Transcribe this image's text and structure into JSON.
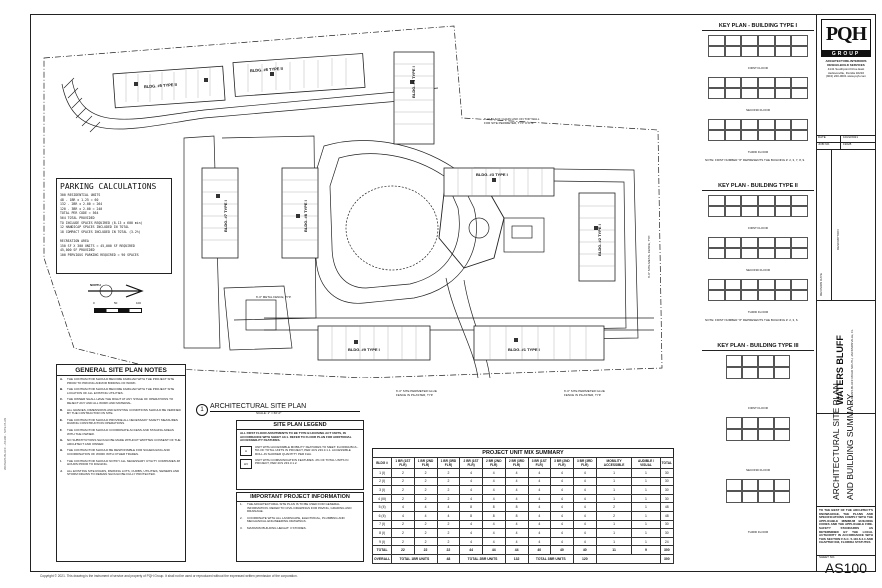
{
  "firm": {
    "logo_letters": "PQH",
    "logo_sub": "GROUP",
    "services": "ARCHITECTURE·INTERIORS DESIGN-BUILD SERVICES",
    "address_1": "4141 Southpoint Drive East",
    "address_2": "Jacksonville, Florida 32216",
    "phone": "(904) 220-0001  www.pqh.com"
  },
  "title_block": {
    "date_label": "DATE",
    "date_value": "10/22/2021",
    "job_label": "JOB NO.",
    "job_value": "19028",
    "revisions_label": "REVISION DATE",
    "description_label": "DESCRIPTION",
    "project_name": "WATERS BLUFF",
    "project_location": "ST. JOHNS BLUFF ROAD SOUTH, JACKSONVILLE, FL",
    "sheet_title_1": "ARCHITECTURAL SITE PLAN",
    "sheet_title_2": "AND BUILDING SUMMARY",
    "sheet_no_label": "SHEET NO.",
    "sheet_no": "AS100",
    "certification": "TO THE BEST OF THE ARCHITECT'S KNOWLEDGE, THE PLANS AND SPECIFICATIONS COMPLY WITH THE APPLICABLE MINIMUM BUILDING CODES AND THE APPLICABLE FIRE-SAFETY STANDARDS AS DETERMINED BY THE LOCAL AUTHORITY IN ACCORDANCE WITH THIS SECTION F.S.C. 5-110.6.4.4 AND CHAPTER 633, FLORIDA STATUTES"
  },
  "key_plans": [
    {
      "title": "KEY PLAN - BUILDING TYPE I",
      "floors": [
        "FIRST FLOOR",
        "SECOND FLOOR",
        "THIRD FLOOR"
      ],
      "note": "NOTE: FIRST NUMBER \"#\" REPRESENTS THE BUILDING #: 2, 3, 7, 8, 9."
    },
    {
      "title": "KEY PLAN - BUILDING TYPE II",
      "floors": [
        "FIRST FLOOR",
        "SECOND FLOOR",
        "THIRD FLOOR"
      ],
      "note": "NOTE: FIRST NUMBER \"#\" REPRESENTS THE BUILDING #: 2, 3, 6."
    },
    {
      "title": "KEY PLAN - BUILDING TYPE III",
      "floors": [
        "FIRST FLOOR",
        "SECOND FLOOR",
        "THIRD FLOOR"
      ],
      "note": ""
    }
  ],
  "parking": {
    "title": "PARKING CALCULATIONS",
    "lines": [
      "300 RESIDENTIAL UNITS",
      "48 - 1BR x 1.25 = 60",
      "132 - 2BR x 2.00 = 264",
      "120 - 3BR x 2.00 = 240",
      "TOTAL PER CODE = 564",
      "564 TOTAL PROVIDED",
      "TO INCLUDE SPACES REQUIRED (8.13 x 600 min)",
      "12 HANDICAP SPACES INCLUDED IN TOTAL",
      "18 COMPACT SPACES INCLUDED IN TOTAL (3.2%)",
      "",
      "RECREATION AREA",
      "150 SF X 300 UNITS = 45,000 SF REQUIRED",
      "45,000 SF PROVIDED",
      "100 PERVIOUS PARKING REQUIRED = 90 SPACES"
    ]
  },
  "north_label": "NORTH",
  "scale_numbers": [
    "0",
    "50",
    "100"
  ],
  "buildings": [
    {
      "label": "BLDG. #5 TYPE II"
    },
    {
      "label": "BLDG. #6 TYPE II"
    },
    {
      "label": "BLDG. #4 TYPE I"
    },
    {
      "label": "BLDG. #3 TYPE I"
    },
    {
      "label": "BLDG. #2 TYPE I"
    },
    {
      "label": "BLDG. #7 TYPE I"
    },
    {
      "label": "BLDG. #8 TYPE I"
    },
    {
      "label": "BLDG. #9 TYPE I"
    },
    {
      "label": "BLDG. #1 TYPE I"
    }
  ],
  "callouts": [
    "6'-0\" BLACK CHAIN LINK ON TOP WALL FOR SITE PERIMETER, TYP. U.O.N.",
    "6'-0\" METAL FENCE, TYP.",
    "6'-0\" SITE PERIMETER GLUE FENCE IN PILASTER, TYP.",
    "6'-0\" SITE PERIMETER GLUE FENCE IN PILASTER, TYP.",
    "6'-0\" SITE METAL FENCE, TYP."
  ],
  "site_plan_caption": {
    "number": "1",
    "title": "ARCHITECTURAL SITE PLAN",
    "scale": "SCALE: 1\" = 60'-0\""
  },
  "general_notes": {
    "title": "GENERAL SITE PLAN NOTES",
    "items": [
      "THE CONTRACTOR SHOULD BECOME FAMILIAR WITH THE PROJECT SITE PRIOR TO PRICING AND/OR BIDDING OF WORK.",
      "THE CONTRACTOR SHOULD BECOME FAMILIAR WITH THE PROJECT SITE LOCATION OF ALL EXISTING UTILITIES.",
      "THE OWNER SHALL HAVE THE RIGHT AT ANY STAGE OF OPERATIONS TO REJECT ANY AND ALL WORK AND MATERIAL.",
      "ALL GRADES, DIMENSIONS AND EXISTING CONDITIONS SHOULD BE VERIFIED BY THE CONTRACTOR ON SITE.",
      "THE CONTRACTOR SHOULD PROVIDE ALL NECESSARY SAFETY MEASURES DURING CONSTRUCTION OPERATIONS.",
      "THE CONTRACTOR SHOULD COORDINATE ACCESS AND STAGING AREAS WITH THE OWNER.",
      "NO SUBSTITUTIONS SHOULD BE MADE WITHOUT WRITTEN CONSENT OF THE ARCHITECT AND OWNER.",
      "THE CONTRACTOR SHOULD BE RESPONSIBLE FOR SCHEDULING AND COORDINATION OF WORK WITH OTHER TRADES.",
      "THE CONTRACTOR SHOULD NOTIFY ALL NECESSARY UTILITY COMPANIES 48 HOURS PRIOR TO DIGGING.",
      "ALL EXISTING SITE ROADS, PARKING LOTS, CURBS, UTILITIES, SEWERS AND STORM DRAINS TO REMAIN SHOULD BE FULLY PROTECTED."
    ]
  },
  "legend": {
    "title": "SITE PLAN LEGEND",
    "intro": "ALL FIRST FLOOR APARTMENTS TO BE TYPE B HOUSING ACT UNITS, IN ACCORDANCE WITH SHEET A0.1. REFER TO FLOOR PLAN FOR ADDITIONAL ACCESSIBILITY FEATURES.",
    "items": [
      {
        "symbol": "A",
        "text": "UNIT WITH ACCESSIBLE MOBILITY FEATURES TO MEET: FLORIDA BCA - 5% OF TOTAL UNITS IN PROJECT, PER 4CS 233.3.1.1. ACCESSIBLE ROLL-IN SHOWER QUANTITY PER FHA."
      },
      {
        "symbol": "HV",
        "text": "UNIT WITH COMMUNICATION FEATURES. 2% OF TOTAL UNITS IN PROJECT, PER 4CS 233.3.1.2."
      }
    ]
  },
  "important_info": {
    "title": "IMPORTANT PROJECT INFORMATION",
    "items": [
      "THE ARCHITECTURAL SITE PLAN IS TO BE USED FOR GENERAL INFORMATION. REFER TO CIVIL DRAWINGS FOR PAVING, GRADING AND DRAINAGE.",
      "COORDINATE WITH ALL LANDSCAPE, ELECTRICAL, PLUMBING AND MECHANICAL ENGINEERING DRAWINGS.",
      "MAXIMUM BUILDING HEIGHT: 3 STORIES."
    ]
  },
  "unit_mix": {
    "title": "PROJECT UNIT MIX SUMMARY",
    "headers": [
      "BLDG #",
      "1 BR (1ST FLR)",
      "1 BR (2ND FLR)",
      "1 BR (3RD FLR)",
      "2 BR (1ST FLR)",
      "2 BR (2ND FLR)",
      "2 BR (3RD FLR)",
      "3 BR (1ST FLR)",
      "3 BR (2ND FLR)",
      "3 BR (3RD FLR)",
      "MOBILITY ACCESSIBLE",
      "AUDIBLE / VISUAL",
      "TOTAL"
    ],
    "rows": [
      [
        "1 (I)",
        "2",
        "2",
        "2",
        "4",
        "4",
        "4",
        "4",
        "4",
        "4",
        "1",
        "1",
        "30"
      ],
      [
        "2 (I)",
        "2",
        "2",
        "2",
        "4",
        "4",
        "4",
        "4",
        "4",
        "4",
        "1",
        "1",
        "30"
      ],
      [
        "3 (I)",
        "2",
        "2",
        "2",
        "4",
        "4",
        "4",
        "4",
        "4",
        "4",
        "1",
        "1",
        "30"
      ],
      [
        "4 (III)",
        "2",
        "2",
        "2",
        "4",
        "4",
        "4",
        "4",
        "4",
        "4",
        "1",
        "1",
        "30"
      ],
      [
        "5 (II)",
        "4",
        "4",
        "4",
        "8",
        "8",
        "8",
        "4",
        "4",
        "4",
        "2",
        "1",
        "48"
      ],
      [
        "6 (II)",
        "4",
        "4",
        "4",
        "8",
        "8",
        "8",
        "4",
        "4",
        "4",
        "2",
        "1",
        "48"
      ],
      [
        "7 (I)",
        "2",
        "2",
        "2",
        "4",
        "4",
        "4",
        "4",
        "4",
        "4",
        "1",
        "1",
        "30"
      ],
      [
        "8 (I)",
        "2",
        "2",
        "2",
        "4",
        "4",
        "4",
        "4",
        "4",
        "4",
        "1",
        "1",
        "30"
      ],
      [
        "9 (I)",
        "2",
        "2",
        "2",
        "4",
        "4",
        "4",
        "4",
        "4",
        "4",
        "1",
        "1",
        "24"
      ]
    ],
    "totals": [
      "TOTAL",
      "22",
      "22",
      "22",
      "44",
      "44",
      "44",
      "40",
      "40",
      "40",
      "11",
      "9",
      "300"
    ],
    "overall": [
      "OVERALL",
      "TOTAL 1BR UNITS",
      "48",
      "TOTAL 2BR UNITS",
      "132",
      "TOTAL 3BR UNITS",
      "120",
      "",
      "300"
    ]
  },
  "footer": "Copyright © 2021. This drawing is the instrument of service and property of PQH Group. It shall not be used or reproduced without the expressed written permission of the corporation."
}
